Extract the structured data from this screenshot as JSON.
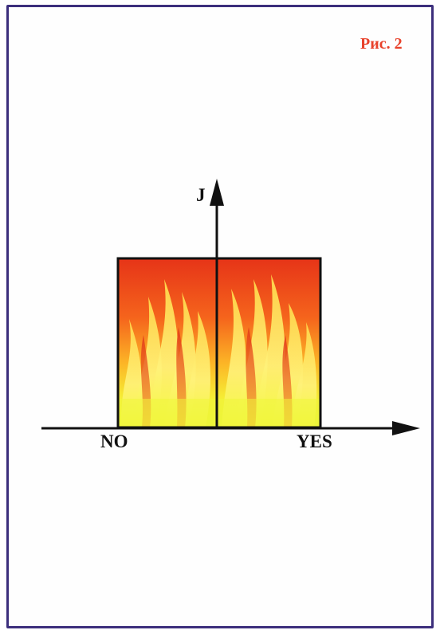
{
  "figure": {
    "label": "Рис. 2"
  },
  "axes": {
    "y_label": "J",
    "x_left_label": "NO",
    "x_right_label": "YES"
  },
  "colors": {
    "frame_border": "#3c2f7c",
    "figure_label": "#e8412a",
    "flame_top": "#e8321a",
    "flame_mid": "#fb9a1c",
    "flame_bottom": "#f2f530",
    "axis": "#111111"
  }
}
